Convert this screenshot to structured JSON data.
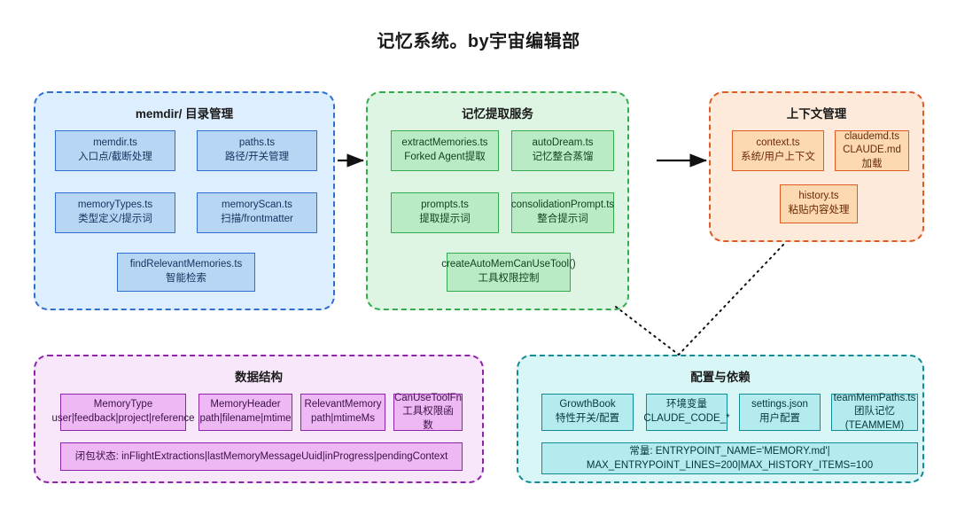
{
  "title": "记忆系统。by宇宙编辑部",
  "panels": [
    {
      "id": "memdir",
      "title": "memdir/ 目录管理",
      "color": "#2f6fd0",
      "nodes": [
        {
          "line1": "memdir.ts",
          "line2": "入口点/截断处理"
        },
        {
          "line1": "paths.ts",
          "line2": "路径/开关管理"
        },
        {
          "line1": "memoryTypes.ts",
          "line2": "类型定义/提示词"
        },
        {
          "line1": "memoryScan.ts",
          "line2": "扫描/frontmatter"
        },
        {
          "line1": "findRelevantMemories.ts",
          "line2": "智能检索"
        }
      ]
    },
    {
      "id": "extraction",
      "title": "记忆提取服务",
      "color": "#35ab4f",
      "nodes": [
        {
          "line1": "extractMemories.ts",
          "line2": "Forked Agent提取"
        },
        {
          "line1": "autoDream.ts",
          "line2": "记忆整合蒸馏"
        },
        {
          "line1": "prompts.ts",
          "line2": "提取提示词"
        },
        {
          "line1": "consolidationPrompt.ts",
          "line2": "整合提示词"
        },
        {
          "line1": "createAutoMemCanUseTool()",
          "line2": "工具权限控制"
        }
      ]
    },
    {
      "id": "context",
      "title": "上下文管理",
      "color": "#df5b22",
      "nodes": [
        {
          "line1": "context.ts",
          "line2": "系统/用户上下文"
        },
        {
          "line1": "claudemd.ts",
          "line2": "CLAUDE.md加载"
        },
        {
          "line1": "history.ts",
          "line2": "粘贴内容处理"
        }
      ]
    },
    {
      "id": "datastruct",
      "title": "数据结构",
      "color": "#8e24aa",
      "nodes": [
        {
          "line1": "MemoryType",
          "line2": "user|feedback|project|reference"
        },
        {
          "line1": "MemoryHeader",
          "line2": "path|filename|mtime"
        },
        {
          "line1": "RelevantMemory",
          "line2": "path|mtimeMs"
        },
        {
          "line1": "CanUseToolFn",
          "line2": "工具权限函数"
        },
        {
          "line1": "闭包状态: inFlightExtractions|lastMemoryMessageUuid|inProgress|pendingContext",
          "line2": ""
        }
      ]
    },
    {
      "id": "config",
      "title": "配置与依赖",
      "color": "#138a94",
      "nodes": [
        {
          "line1": "GrowthBook",
          "line2": "特性开关/配置"
        },
        {
          "line1": "环境变量",
          "line2": "CLAUDE_CODE_*"
        },
        {
          "line1": "settings.json",
          "line2": "用户配置"
        },
        {
          "line1": "teamMemPaths.ts",
          "line2": "团队记忆(TEAMMEM)"
        },
        {
          "line1": "常量: ENTRYPOINT_NAME='MEMORY.md'|",
          "line2": "MAX_ENTRYPOINT_LINES=200|MAX_HISTORY_ITEMS=100"
        }
      ]
    }
  ],
  "connectors": {
    "arrow_memdir_to_extraction": "solid-arrow",
    "arrow_extraction_to_context": "solid-arrow",
    "dotted_extraction_to_config": "dotted-line",
    "dotted_context_to_config": "dotted-line"
  }
}
